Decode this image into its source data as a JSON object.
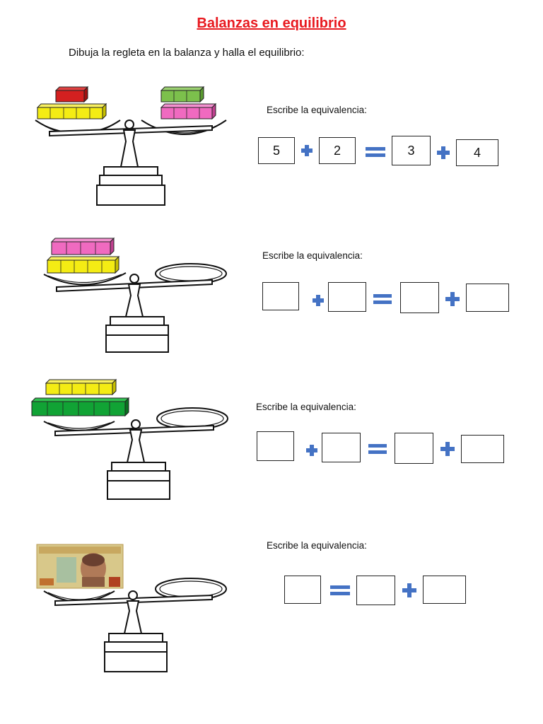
{
  "title": "Balanzas en equilibrio",
  "instruction": "Dibuja la regleta en la balanza y halla el equilibrio:",
  "equivalence_label": "Escribe la equivalencia:",
  "colors": {
    "title": "#e8191f",
    "operator": "#4472c4",
    "red_rod": "#d42020",
    "yellow_rod": "#f4ec14",
    "green_rod": "#7cc04c",
    "pink_rod": "#f06ac0",
    "dark_green_rod": "#11a335"
  },
  "exercises": [
    {
      "left_pan": [
        "red rod",
        "yellow rod"
      ],
      "right_pan": [
        "green rod",
        "pink rod"
      ],
      "boxes": [
        "5",
        "2",
        "3",
        "4"
      ]
    },
    {
      "left_pan": [
        "pink rod",
        "yellow rod"
      ],
      "right_pan": [],
      "boxes": [
        "",
        "",
        "",
        ""
      ]
    },
    {
      "left_pan": [
        "yellow rod",
        "dark green rod"
      ],
      "right_pan": [],
      "boxes": [
        "",
        "",
        "",
        ""
      ]
    },
    {
      "left_pan": [
        "10 soles banknote"
      ],
      "right_pan": [],
      "boxes": [
        "",
        "",
        ""
      ]
    }
  ]
}
